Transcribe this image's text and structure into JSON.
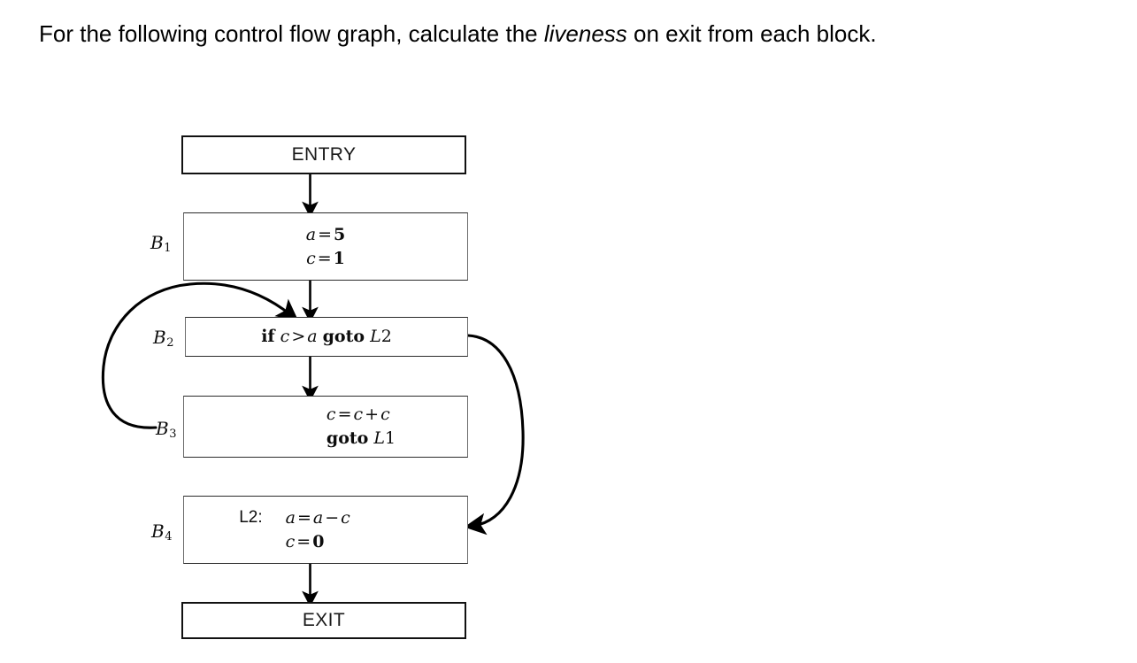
{
  "prompt": {
    "before": "For the following control flow graph, calculate the ",
    "emphasis": "liveness",
    "after": " on exit from each block."
  },
  "colors": {
    "background": "#ffffff",
    "text": "#000000",
    "terminal_border": "#111111",
    "block_border": "#6b6b6b",
    "edge": "#000000"
  },
  "graph": {
    "type": "control-flow-graph",
    "entry_label": "ENTRY",
    "exit_label": "EXIT",
    "blocks": [
      {
        "name": "B",
        "index": "1",
        "label_prefix": "",
        "lines": [
          {
            "lhs": "a",
            "eq": "=",
            "rhs": "5"
          },
          {
            "lhs": "c",
            "eq": "=",
            "rhs": "1"
          }
        ],
        "text_lines": [
          "a = 5",
          "c = 1"
        ]
      },
      {
        "name": "B",
        "index": "2",
        "label_prefix": "",
        "text_lines": [
          "if c > a goto L2"
        ],
        "condition": {
          "kw_if": "if",
          "left": "c",
          "cmp": ">",
          "right": "a",
          "kw_goto": "goto",
          "target_letter": "L",
          "target_num": "2"
        }
      },
      {
        "name": "B",
        "index": "3",
        "label_prefix": "",
        "text_lines": [
          "c = c + c",
          "goto L1"
        ],
        "assign": {
          "lhs": "c",
          "eq": "=",
          "op1": "c",
          "plus": "+",
          "op2": "c"
        },
        "jump": {
          "kw_goto": "goto",
          "target_letter": "L",
          "target_num": "1"
        }
      },
      {
        "name": "B",
        "index": "4",
        "label_prefix": "L2:",
        "text_lines": [
          "L2:  a = a - c",
          "c = 0"
        ],
        "lines": [
          {
            "lhs": "a",
            "eq": "=",
            "op1": "a",
            "minus": "−",
            "op2": "c"
          },
          {
            "lhs": "c",
            "eq": "=",
            "rhs": "0"
          }
        ]
      }
    ],
    "edges": [
      {
        "from": "ENTRY",
        "to": "B1",
        "kind": "straight"
      },
      {
        "from": "B1",
        "to": "B2",
        "kind": "straight"
      },
      {
        "from": "B2",
        "to": "B3",
        "kind": "straight"
      },
      {
        "from": "B3",
        "to": "B2",
        "kind": "back-edge-left"
      },
      {
        "from": "B2",
        "to": "B4",
        "kind": "branch-right"
      },
      {
        "from": "B4",
        "to": "EXIT",
        "kind": "straight"
      }
    ]
  }
}
